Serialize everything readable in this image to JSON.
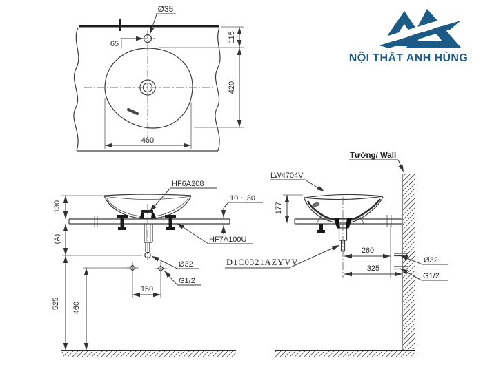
{
  "logo": {
    "text": "NỘI THẤT ANH HÙNG",
    "color": "#1d5b87",
    "mark": "double-A-monogram-with-swoosh"
  },
  "plan_view": {
    "hole_dia": "Ø35",
    "hole_offset": "65",
    "dim_edge_to_hole": "115",
    "dim_depth": "420",
    "dim_width": "460"
  },
  "front_view": {
    "drain_label": "HF6A208",
    "counter_thickness": "10 ~ 30",
    "fixing_label": "HF7A100U",
    "dim_bowl_height": "130",
    "dim_a": "(A)",
    "drain_dia": "Ø32",
    "supply_thread": "G1/2",
    "dim_supply_spacing": "150",
    "dim_supply_height": "460",
    "dim_drain_height": "525"
  },
  "side_view": {
    "wall_label": "Tường/ Wall",
    "basin_label": "LW4704V",
    "dim_bowl_height": "177",
    "drain_code": "D1C0321AZYVV",
    "dim_drain_to_wall": "260",
    "dim_supply_to_wall": "325",
    "drain_dia": "Ø32",
    "supply_thread": "G1/2"
  }
}
